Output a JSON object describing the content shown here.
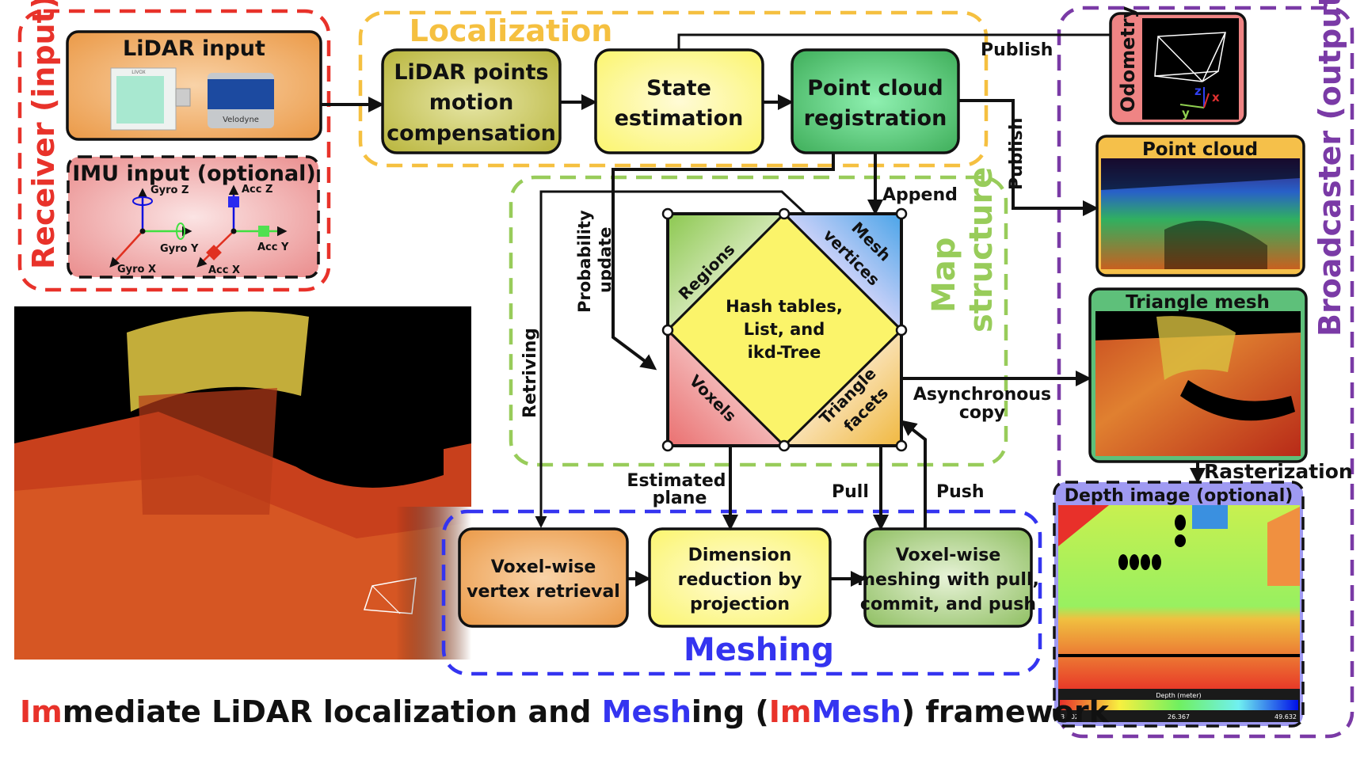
{
  "title": {
    "parts": [
      {
        "text": "Im",
        "color": "#e8322a"
      },
      {
        "text": "mediate LiDAR localization and ",
        "color": "#111111"
      },
      {
        "text": "Mesh",
        "color": "#3434f0"
      },
      {
        "text": "ing (",
        "color": "#111111"
      },
      {
        "text": "Im",
        "color": "#e8322a"
      },
      {
        "text": "Mesh",
        "color": "#3434f0"
      },
      {
        "text": ") framework",
        "color": "#111111"
      }
    ]
  },
  "groups": {
    "receiver": {
      "label": "Receiver (input)",
      "color": "#e8322a"
    },
    "localization": {
      "label": "Localization",
      "color": "#f5c040"
    },
    "map_structure": {
      "label_line1": "Map",
      "label_line2": "structure",
      "color": "#98cc5a"
    },
    "meshing": {
      "label": "Meshing",
      "color": "#3434f0"
    },
    "broadcaster": {
      "label": "Broadcaster (output)",
      "color": "#7a3aa6"
    }
  },
  "receiver": {
    "lidar_input": {
      "title": "LiDAR input",
      "sensor1": "LIVOX",
      "sensor2": "Velodyne"
    },
    "imu_input": {
      "title": "IMU input (optional)",
      "axes": {
        "gyro_z": "Gyro Z",
        "gyro_y": "Gyro Y",
        "gyro_x": "Gyro X",
        "acc_z": "Acc Z",
        "acc_y": "Acc Y",
        "acc_x": "Acc X"
      }
    }
  },
  "localization": {
    "motion_comp": {
      "line1": "LiDAR points",
      "line2": "motion",
      "line3": "compensation"
    },
    "state_est": {
      "line1": "State",
      "line2": "estimation"
    },
    "registration": {
      "line1": "Point cloud",
      "line2": "registration"
    }
  },
  "map": {
    "center": {
      "line1": "Hash tables,",
      "line2": "List, and",
      "line3": "ikd-Tree"
    },
    "regions": "Regions",
    "mesh_vertices_1": "Mesh",
    "mesh_vertices_2": "vertices",
    "voxels": "Voxels",
    "triangle_1": "Triangle",
    "triangle_2": "facets"
  },
  "meshing": {
    "vertex_retrieval": {
      "line1": "Voxel-wise",
      "line2": "vertex retrieval"
    },
    "dim_reduction": {
      "line1": "Dimension",
      "line2": "reduction by",
      "line3": "projection"
    },
    "voxel_meshing": {
      "line1": "Voxel-wise",
      "line2": "meshing with pull,",
      "line3": "commit, and push"
    }
  },
  "edges": {
    "publish_top": "Publish",
    "publish_side": "Publish",
    "append": "Append",
    "probability_1": "Probability",
    "probability_2": "update",
    "retriving": "Retriving",
    "estimated_1": "Estimated",
    "estimated_2": "plane",
    "pull": "Pull",
    "push": "Push",
    "async_1": "Asynchronous",
    "async_2": "copy",
    "rasterization": "Rasterization"
  },
  "broadcaster": {
    "odometry": {
      "title": "Odometry",
      "axis_x": "x",
      "axis_y": "y",
      "axis_z": "z"
    },
    "point_cloud": {
      "title": "Point cloud"
    },
    "triangle_mesh": {
      "title": "Triangle mesh"
    },
    "depth_image": {
      "title": "Depth image (optional)",
      "colorbar_label": "Depth (meter)",
      "min": "3.102",
      "mid": "26.367",
      "max": "49.632"
    }
  }
}
